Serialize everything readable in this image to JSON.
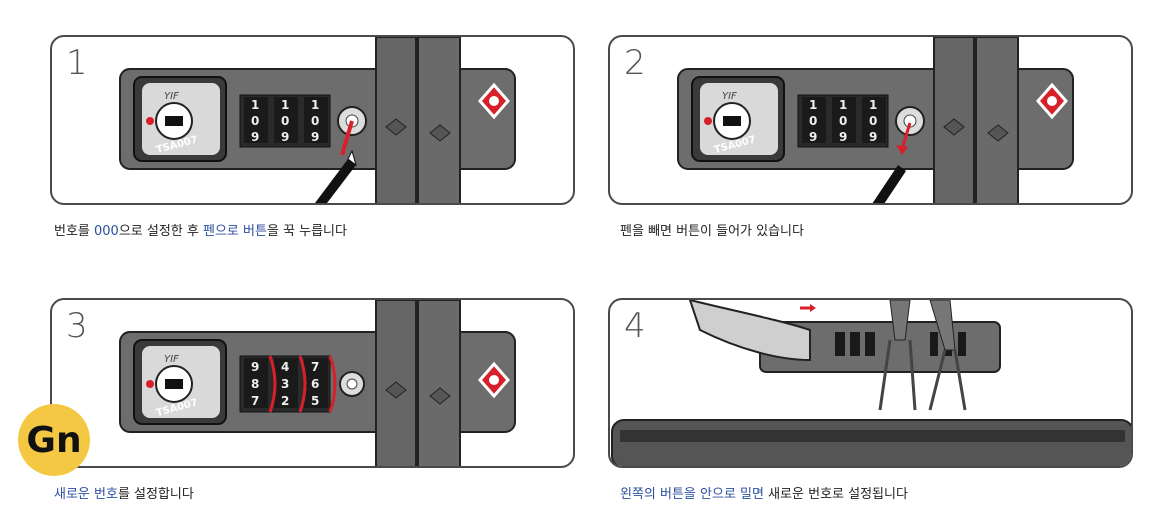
{
  "steps": [
    {
      "num": "1",
      "caption": {
        "pre": "번호를 ",
        "h1": "000",
        "mid": "으로 설정한 후 ",
        "h2": "펜으로 버튼",
        "post": "을 꾹 누릅니다"
      }
    },
    {
      "num": "2",
      "caption": {
        "pre": "펜을 빼면 버튼이 들어가 있습니다",
        "h1": "",
        "mid": "",
        "h2": "",
        "post": ""
      }
    },
    {
      "num": "3",
      "caption": {
        "pre": "",
        "h1": "새로운 번호",
        "mid": "를 설정합니다",
        "h2": "",
        "post": ""
      }
    },
    {
      "num": "4",
      "caption": {
        "pre": "",
        "h1": "왼쪽의 버튼을 안으로 밀면",
        "mid": " 새로운 번호로 설정됩니다",
        "h2": "",
        "post": ""
      }
    }
  ],
  "lock": {
    "brand": "YIF",
    "model": "TSA007"
  },
  "dials_step12": [
    "1",
    "0",
    "9",
    "1",
    "0",
    "9",
    "1",
    "0",
    "9"
  ],
  "dials_step3": [
    "9",
    "8",
    "7",
    "4",
    "3",
    "2",
    "7",
    "6",
    "5"
  ],
  "watermark": "Gn",
  "colors": {
    "accent": "#2b4fa0",
    "red": "#d8202a",
    "badge": "#f4c842"
  }
}
